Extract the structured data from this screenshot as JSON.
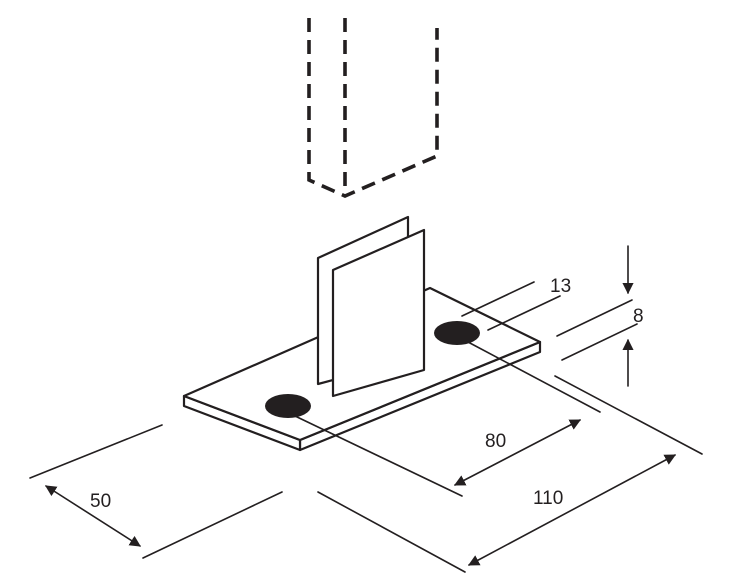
{
  "diagram": {
    "dimensions": {
      "width": "50",
      "length": "110",
      "hole_spacing": "80",
      "hole_diameter": "13",
      "thickness": "8"
    },
    "colors": {
      "line": "#231f20",
      "hole_fill": "#231f20",
      "background": "#ffffff"
    }
  }
}
